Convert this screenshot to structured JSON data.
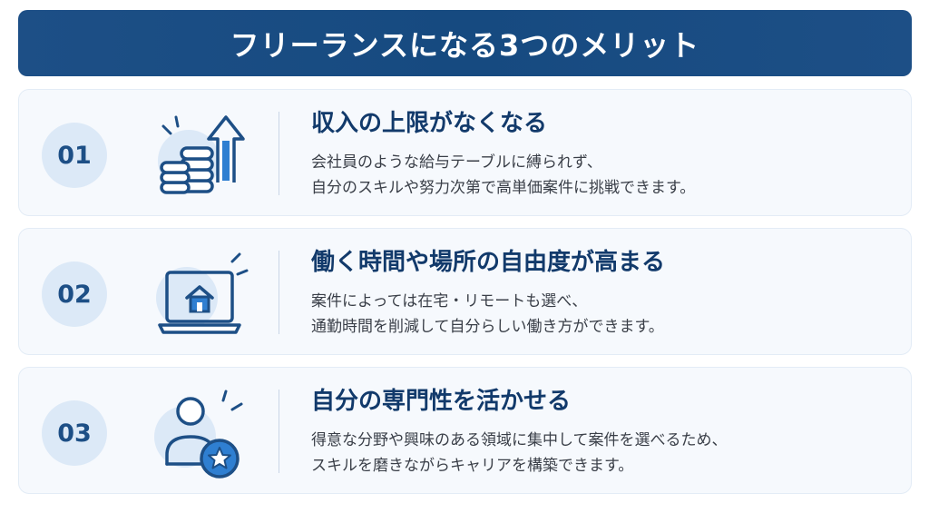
{
  "title": "フリーランスになる3つのメリット",
  "items": [
    {
      "number": "01",
      "title": "収入の上限がなくなる",
      "desc_lines": [
        "会社員のような給与テーブルに縛られず、",
        "自分のスキルや努力次第で高単価案件に挑戦できます。"
      ],
      "icon": "coins-arrow-up-icon"
    },
    {
      "number": "02",
      "title": "働く時間や場所の自由度が高まる",
      "desc_lines": [
        "案件によっては在宅・リモートも選べ、",
        "通勤時間を削減して自分らしい働き方ができます。"
      ],
      "icon": "laptop-home-icon"
    },
    {
      "number": "03",
      "title": "自分の専門性を活かせる",
      "desc_lines": [
        "得意な分野や興味のある領域に集中して案件を選べるため、",
        "スキルを磨きながらキャリアを構築できます。"
      ],
      "icon": "person-star-icon"
    }
  ],
  "colors": {
    "navy": "#1d4f86",
    "accent_blue": "#2f7fd1",
    "light_blue": "#dce9f7",
    "card_bg": "#f6f9fd"
  }
}
